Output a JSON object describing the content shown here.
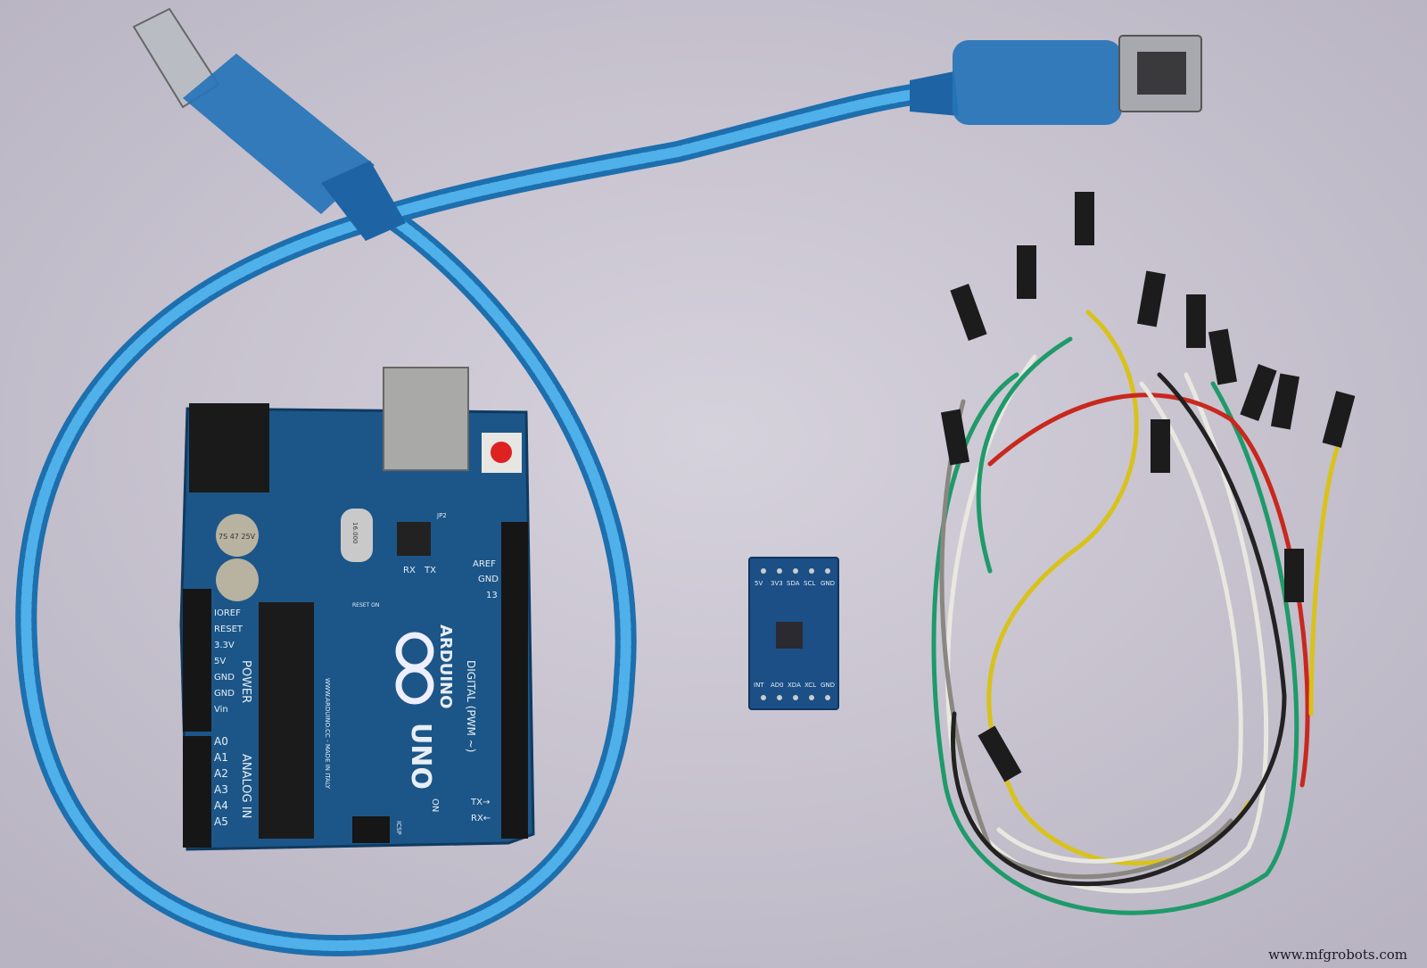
{
  "image": {
    "background_color": "#cbc6d2",
    "watermark": "www.mfgrobots.com"
  },
  "arduino": {
    "color": "#1c5688",
    "brand": "ARDUINO",
    "model": "UNO",
    "website": "WWW.ARDUINO.CC - MADE IN ITALY",
    "digital_label": "DIGITAL (PWM ~)",
    "power_label": "POWER",
    "analog_label": "ANALOG IN",
    "power_pins": [
      "IOREF",
      "RESET",
      "3.3V",
      "5V",
      "GND",
      "GND",
      "Vin"
    ],
    "analog_pins": [
      "A0",
      "A1",
      "A2",
      "A3",
      "A4",
      "A5"
    ],
    "aref": "AREF",
    "gnd": "GND",
    "pin13": "13",
    "tx": "TX",
    "rx": "RX",
    "tx_arrow": "TX→",
    "rx_arrow": "RX←",
    "on": "ON",
    "reset_on": "RESET ON",
    "icsp": "ICSP",
    "jp2": "JP2",
    "capacitor": "7S 47 25V",
    "crystal": "16.000"
  },
  "sensor": {
    "color": "#1b4f86",
    "top_pins": [
      "5V",
      "3V3",
      "SDA",
      "SCL",
      "GND"
    ],
    "bottom_pins": [
      "INT",
      "AD0",
      "XDA",
      "XCL",
      "GND"
    ]
  },
  "cable": {
    "color": "#2a8fd0"
  },
  "wires": {
    "colors": [
      "#1f9a6a",
      "#e8e8e0",
      "#d9c21a",
      "#c8281e",
      "#8a8680",
      "#222222"
    ]
  }
}
